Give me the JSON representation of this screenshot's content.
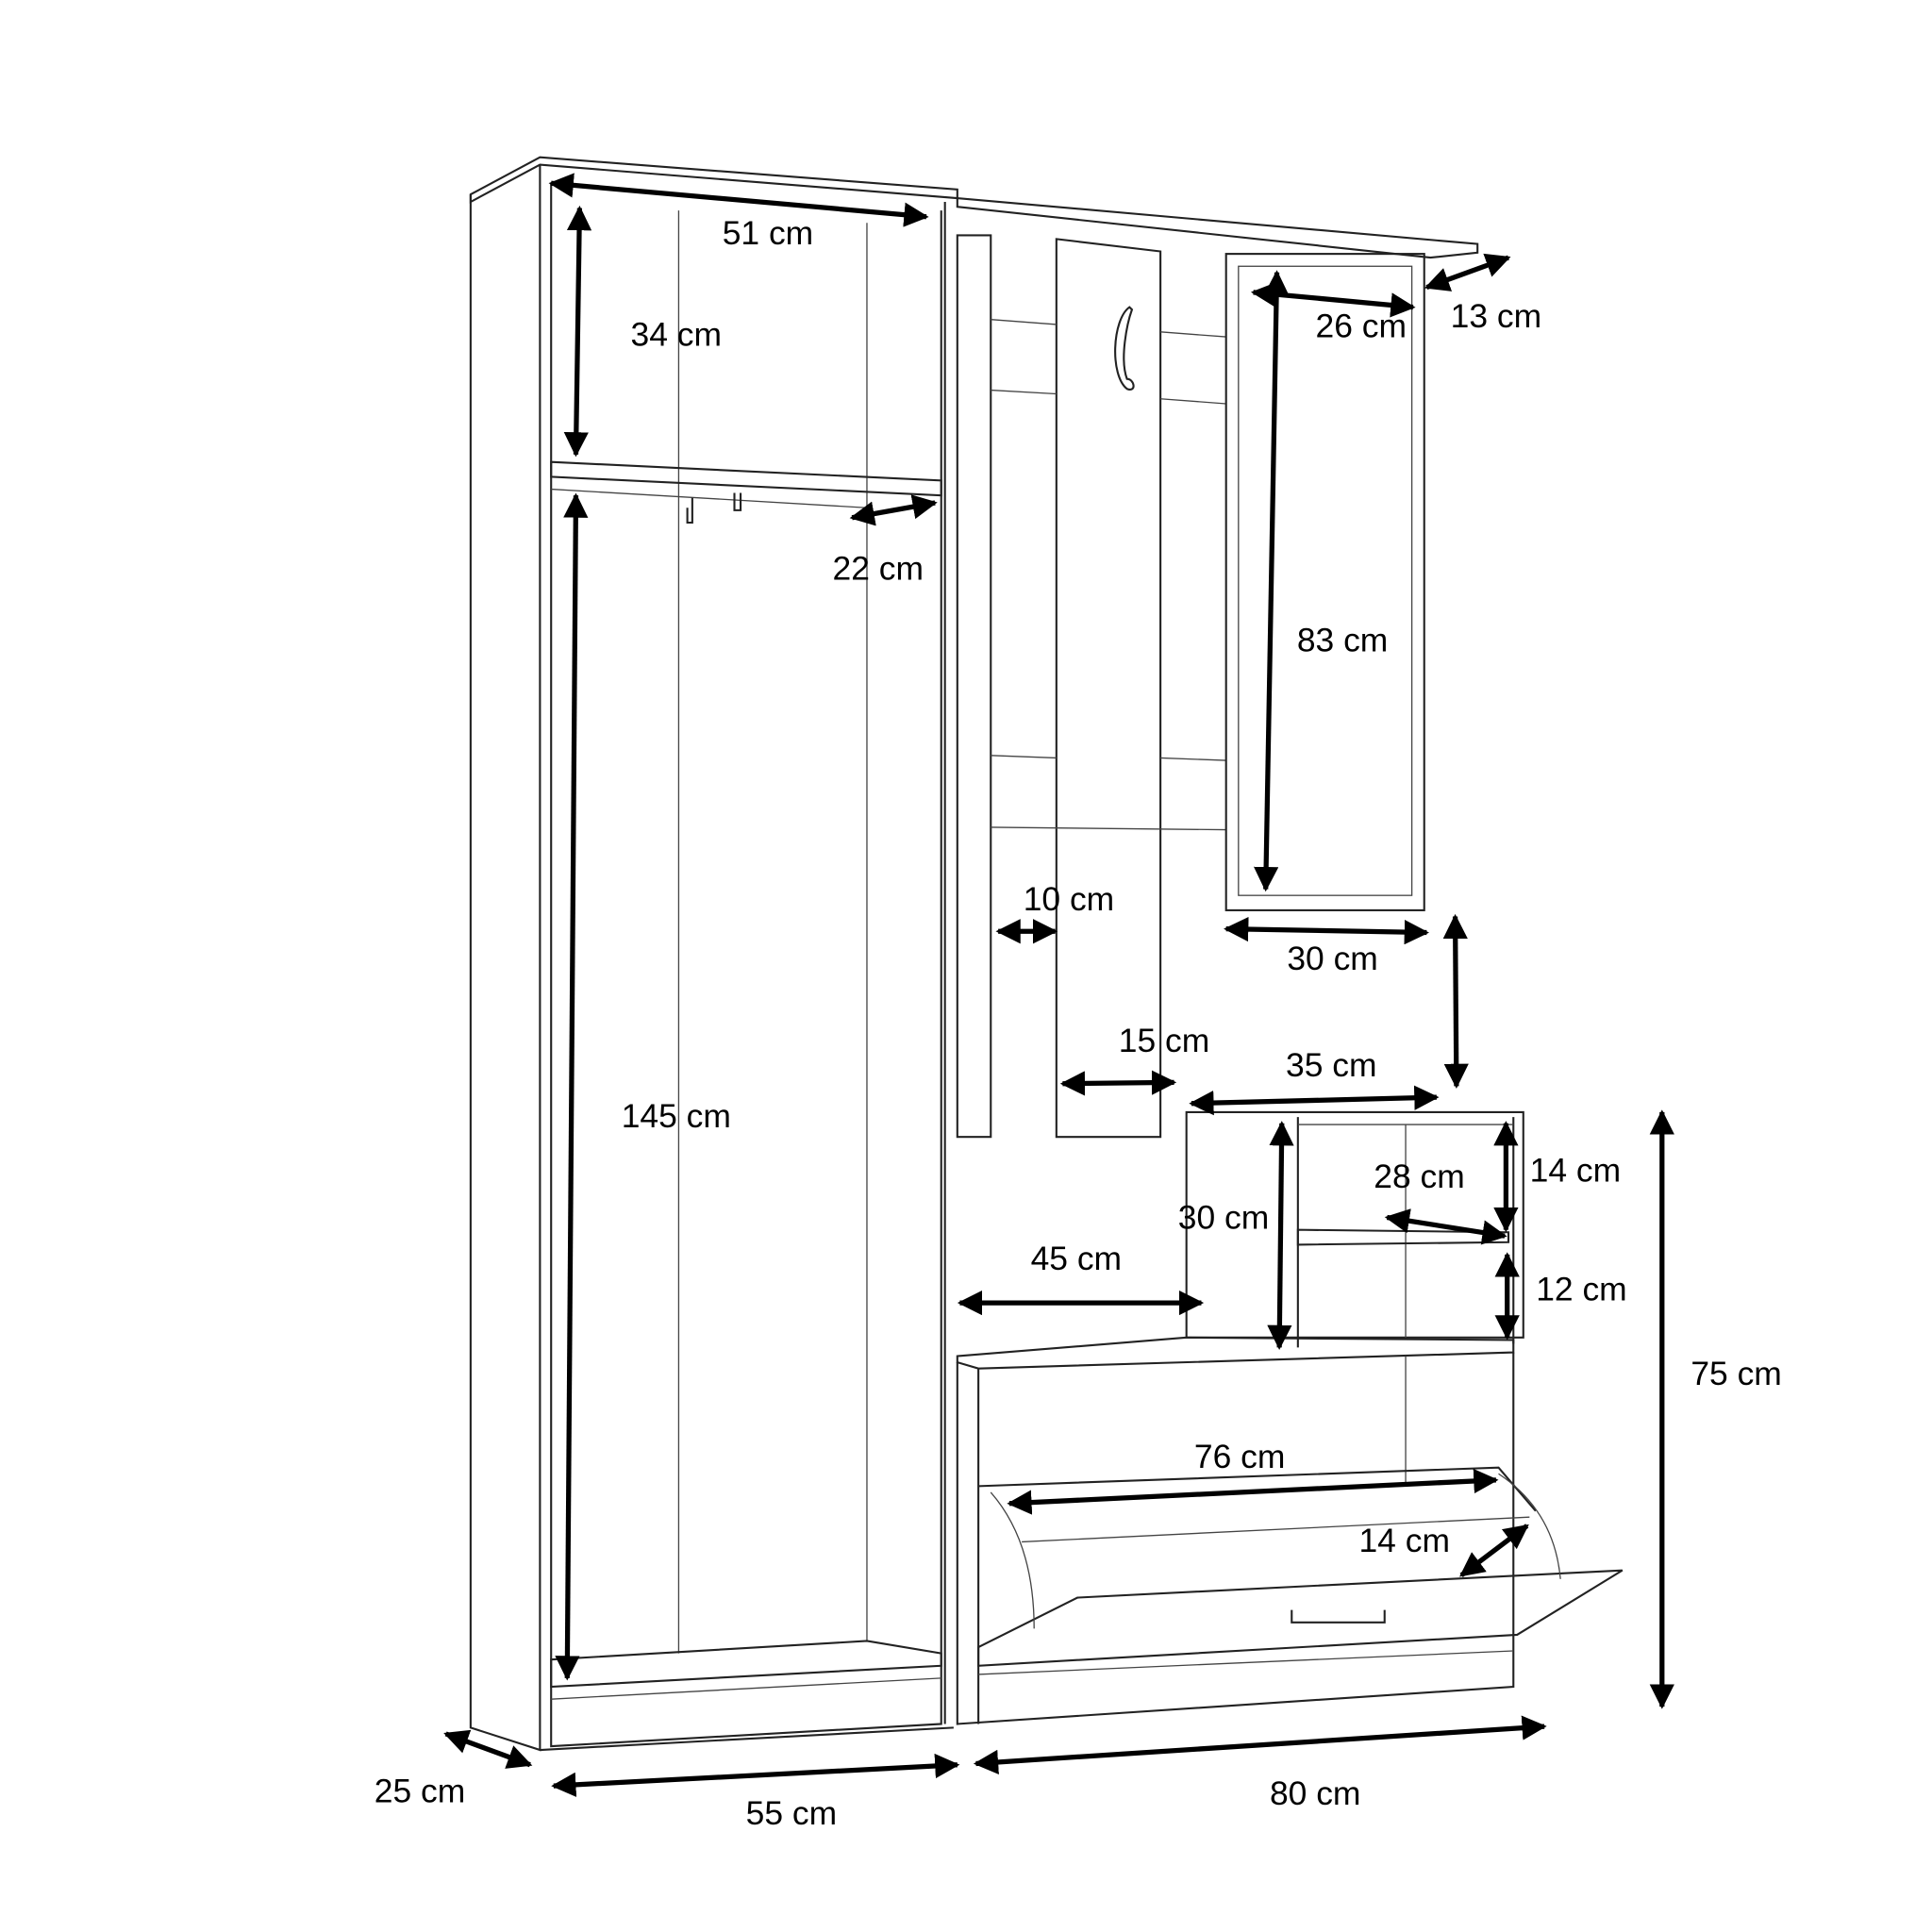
{
  "title": "Hallway furniture set dimensions",
  "colors": {
    "line": "#222222",
    "dimension": "#000000",
    "background": "#ffffff"
  },
  "dimensions": {
    "tall_cabinet_inner_width": "51 cm",
    "top_compartment_height": "34 cm",
    "shelf_depth": "22 cm",
    "hanging_height": "145 cm",
    "tall_cabinet_depth": "25 cm",
    "tall_cabinet_width": "55 cm",
    "lower_unit_width": "80 cm",
    "mirror_inner_width": "26 cm",
    "top_shelf_depth": "13 cm",
    "mirror_height": "83 cm",
    "mirror_width": "30 cm",
    "panel_gap": "10 cm",
    "hook_panel_width": "15 cm",
    "small_cabinet_width": "35 cm",
    "small_shelf_width": "28 cm",
    "upper_niche_height": "14 cm",
    "lower_niche_height": "12 cm",
    "small_cabinet_height": "30 cm",
    "bench_width": "45 cm",
    "lower_unit_height": "75 cm",
    "shoe_compartment_width": "76 cm",
    "shoe_compartment_depth": "14 cm"
  }
}
